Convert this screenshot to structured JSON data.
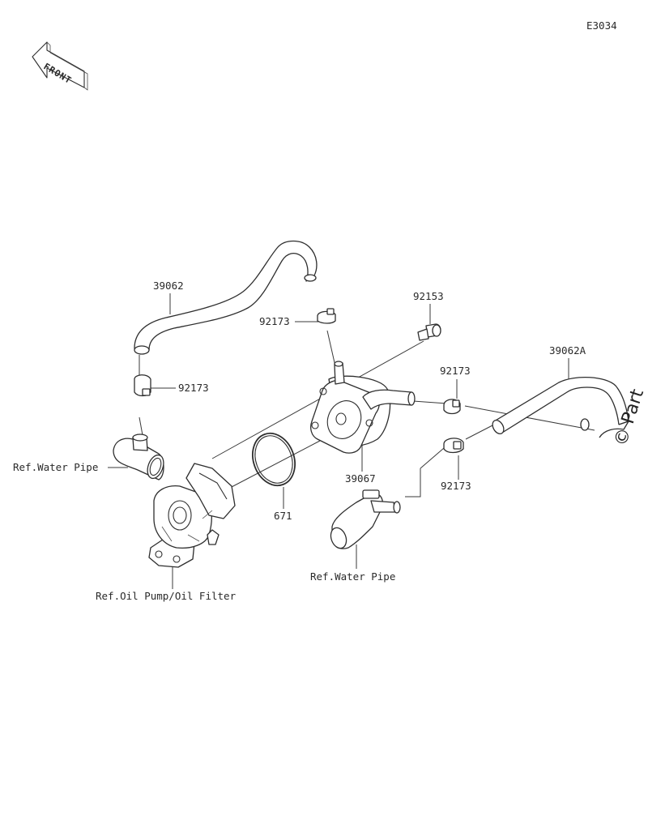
{
  "diagram_code": "E3034",
  "front_label": "FRONT",
  "labels": {
    "p39062": "39062",
    "p92173_top": "92173",
    "p92173_left": "92173",
    "p92153": "92153",
    "p92173_mid": "92173",
    "p39062a": "39062A",
    "p92173_low": "92173",
    "p39067": "39067",
    "p671": "671",
    "ref_water_pipe_left": "Ref.Water Pipe",
    "ref_water_pipe_right": "Ref.Water Pipe",
    "ref_oil_pump": "Ref.Oil Pump/Oil Filter"
  },
  "watermark": "© Part"
}
